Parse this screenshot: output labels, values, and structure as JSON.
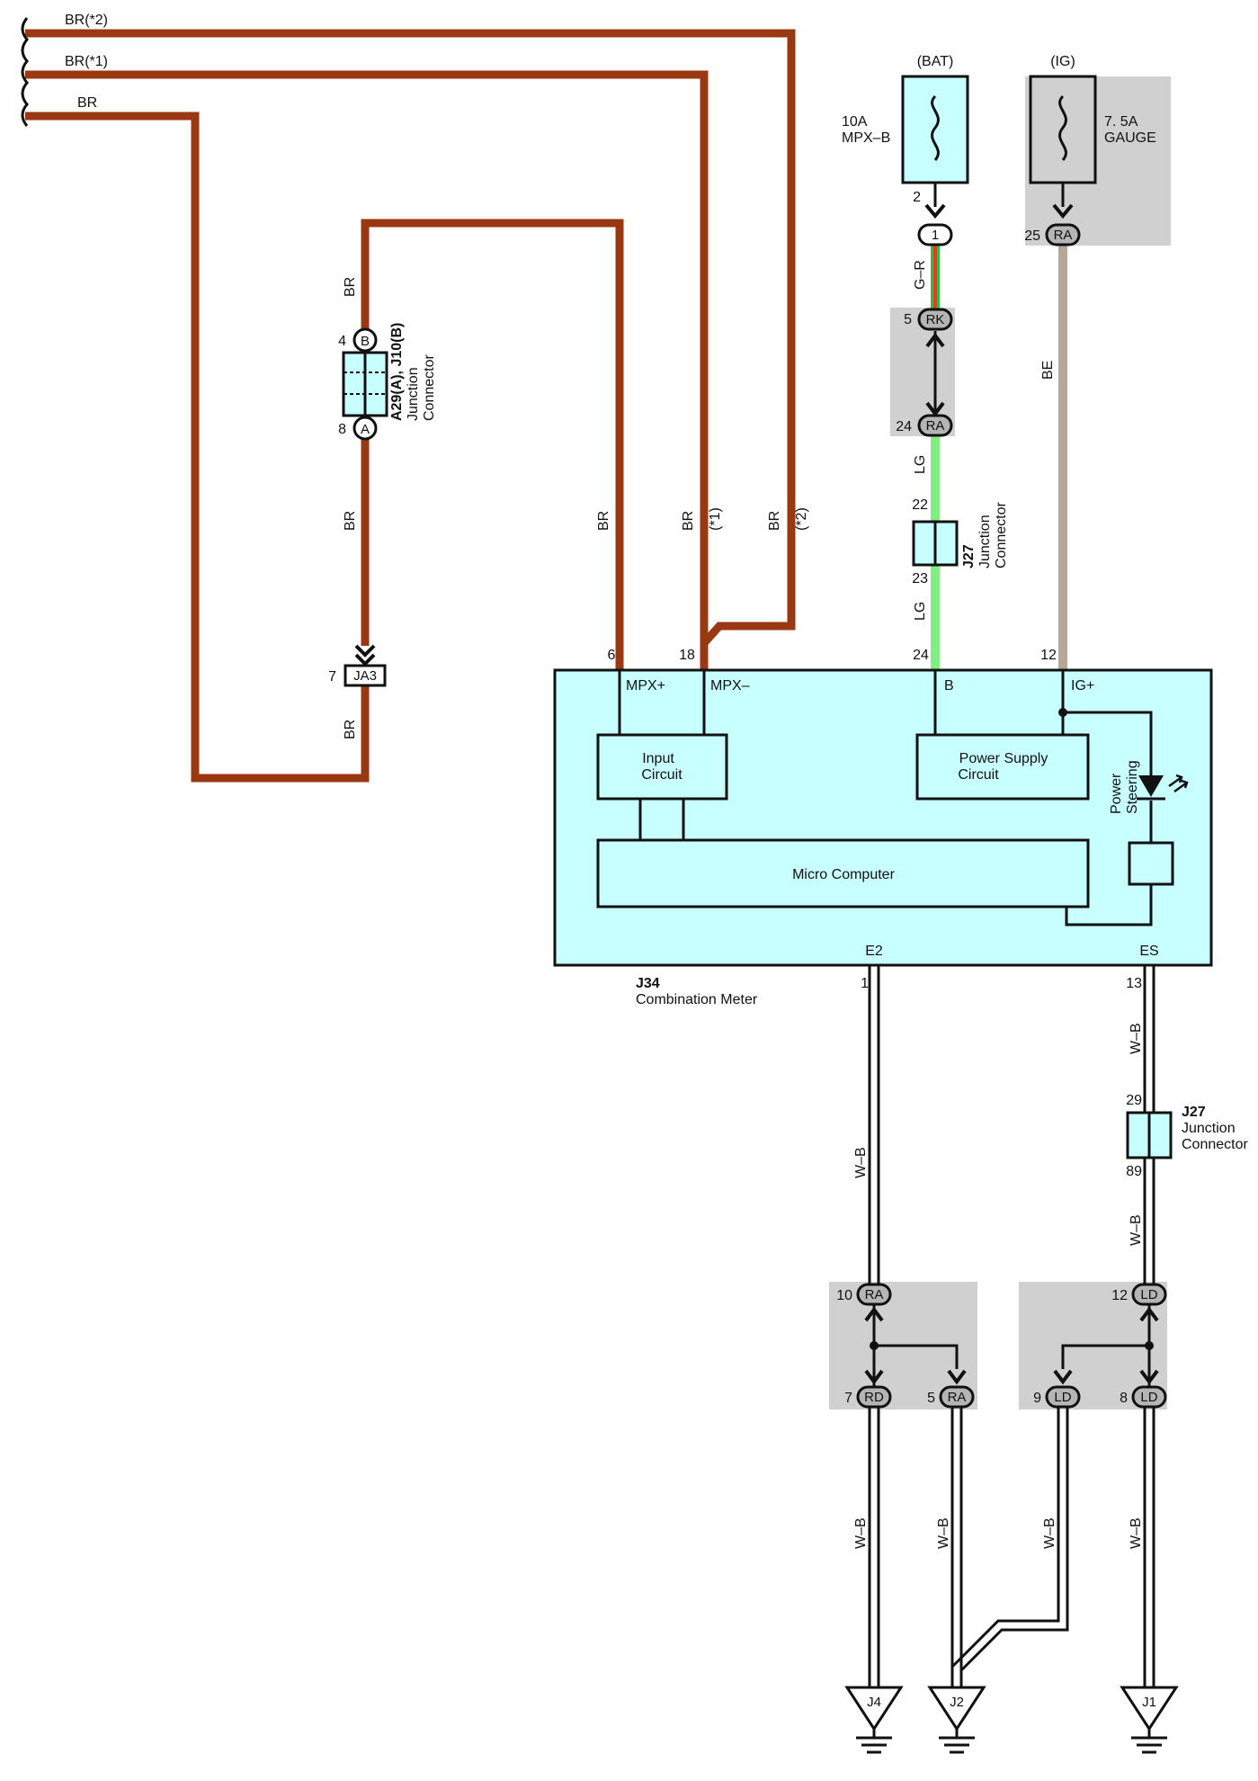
{
  "wires_top": {
    "br2": "BR(*2)",
    "br1": "BR(*1)",
    "br": "BR"
  },
  "fuses": {
    "bat": {
      "source": "(BAT)",
      "rating": "10A",
      "name": "MPX–B",
      "pin": "2"
    },
    "ig": {
      "source": "(IG)",
      "rating": "7. 5A",
      "name": "GAUGE"
    }
  },
  "connectors": {
    "c1": "1",
    "rk": "RK",
    "rk_pin": "5",
    "ra24": "RA",
    "ra24_pin": "24",
    "ra25": "RA",
    "ra25_pin": "25",
    "ja3": "JA3",
    "ja3_pin": "7",
    "b": "B",
    "b_pin": "4",
    "a": "A",
    "a_pin": "8",
    "ra10": "RA",
    "ra10_pin": "10",
    "rd7": "RD",
    "rd7_pin": "7",
    "ra5": "RA",
    "ra5_pin": "5",
    "ld12": "LD",
    "ld12_pin": "12",
    "ld9": "LD",
    "ld9_pin": "9",
    "ld8": "LD",
    "ld8_pin": "8"
  },
  "junction_a29": {
    "id": "A29(A), J10(B)",
    "line1": "Junction",
    "line2": "Connector"
  },
  "junction_j27_top": {
    "id": "J27",
    "line1": "Junction",
    "line2": "Connector",
    "pin_in": "22",
    "pin_out": "23"
  },
  "junction_j27_bot": {
    "id": "J27",
    "line1": "Junction",
    "line2": "Connector",
    "pin_in": "29",
    "pin_out": "89"
  },
  "wire_colors": {
    "gr": "G–R",
    "lg": "LG",
    "be": "BE",
    "br": "BR",
    "wb": "W–B",
    "star1": "(*1)",
    "star2": "(*2)"
  },
  "meter": {
    "id": "J34",
    "name": "Combination Meter",
    "pins": {
      "mpx_plus": "6",
      "mpx_minus": "18",
      "b": "24",
      "ig": "12",
      "e2": "1",
      "es": "13"
    },
    "terminals": {
      "mpx_plus": "MPX+",
      "mpx_minus": "MPX–",
      "b": "B",
      "ig": "IG+",
      "e2": "E2",
      "es": "ES"
    },
    "input_circuit": [
      "Input",
      "Circuit"
    ],
    "power_supply": [
      "Power Supply",
      "Circuit"
    ],
    "micro": "Micro Computer",
    "power_steering": [
      "Power",
      "Steering"
    ]
  },
  "grounds": {
    "j4": "J4",
    "j2": "J2",
    "j1": "J1"
  },
  "colors": {
    "brown": "#9a3812",
    "light_cyan": "#c8ffff",
    "light_green": "#80ee80",
    "beige": "#b8a698",
    "gray_box": "#d0d0d0"
  }
}
